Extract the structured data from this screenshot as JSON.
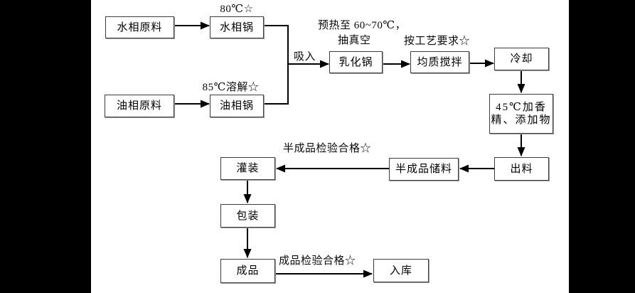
{
  "diagram": {
    "nodes": {
      "water_raw": {
        "label": "水相原料"
      },
      "water_pot": {
        "label": "水相锅"
      },
      "oil_raw": {
        "label": "油相原料"
      },
      "oil_pot": {
        "label": "油相锅"
      },
      "emulsify": {
        "label": "乳化锅"
      },
      "homogenize": {
        "label": "均质搅拌"
      },
      "cool": {
        "label": "冷却"
      },
      "additive": {
        "line1": "45℃加香",
        "line2": "精、添加物"
      },
      "output": {
        "label": "出料"
      },
      "semi_storage": {
        "label": "半成品储料"
      },
      "filling": {
        "label": "灌装"
      },
      "packing": {
        "label": "包装"
      },
      "product": {
        "label": "成品"
      },
      "warehouse": {
        "label": "入库"
      }
    },
    "annotations": {
      "water_pot_temp": "80℃☆",
      "oil_pot_dissolve": "85℃溶解☆",
      "suction": "吸入",
      "preheat": "预热至 60~70℃，",
      "vacuum": "抽真空",
      "process_requirement": "按工艺要求☆",
      "semi_product_check": "半成品检验合格☆",
      "product_check": "成品检验合格☆"
    },
    "colors": {
      "page_background": "#000000",
      "canvas_background": "#ffffff",
      "node_border": "#3d3d3d",
      "line": "#000000",
      "text": "#000000"
    }
  }
}
